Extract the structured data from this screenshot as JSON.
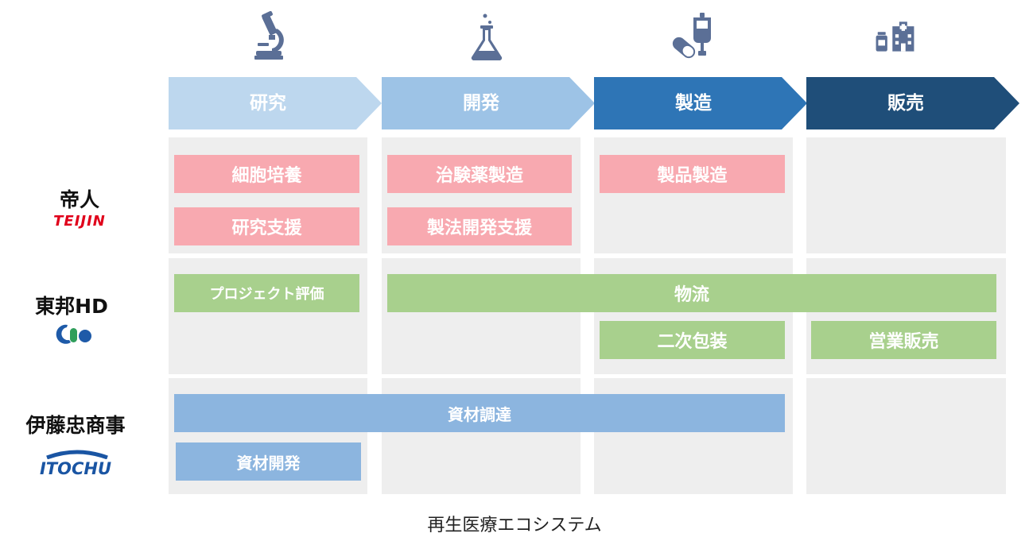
{
  "stages": [
    {
      "label": "研究",
      "color": "#bdd7ee",
      "icon": "microscope-icon"
    },
    {
      "label": "開発",
      "color": "#9dc3e6",
      "icon": "flask-icon"
    },
    {
      "label": "製造",
      "color": "#2e75b6",
      "icon": "pill-iv-bag-icon"
    },
    {
      "label": "販売",
      "color": "#1f4e79",
      "icon": "hospital-icon"
    }
  ],
  "companies": [
    {
      "name": "帝人",
      "logo_text": "TEIJIN",
      "logo_color": "#e0001b"
    },
    {
      "name": "東邦HD",
      "logo_text": "",
      "logo_color": "#1e5aa8"
    },
    {
      "name": "伊藤忠商事",
      "logo_text": "ITOCHU",
      "logo_color": "#1a55a3"
    }
  ],
  "tasks": {
    "teijin": [
      "細胞培養",
      "研究支援",
      "治験薬製造",
      "製法開発支援",
      "製品製造"
    ],
    "toho": [
      "プロジェクト評価",
      "物流",
      "二次包装",
      "営業販売"
    ],
    "itochu": [
      "資材調達",
      "資材開発"
    ]
  },
  "colors": {
    "teijin_task": "#f8a9b0",
    "toho_task": "#a8d08d",
    "itochu_task": "#8cb5df",
    "icon": "#5b6f96",
    "cell": "#eeeeee"
  },
  "caption": "再生医療エコシステム"
}
